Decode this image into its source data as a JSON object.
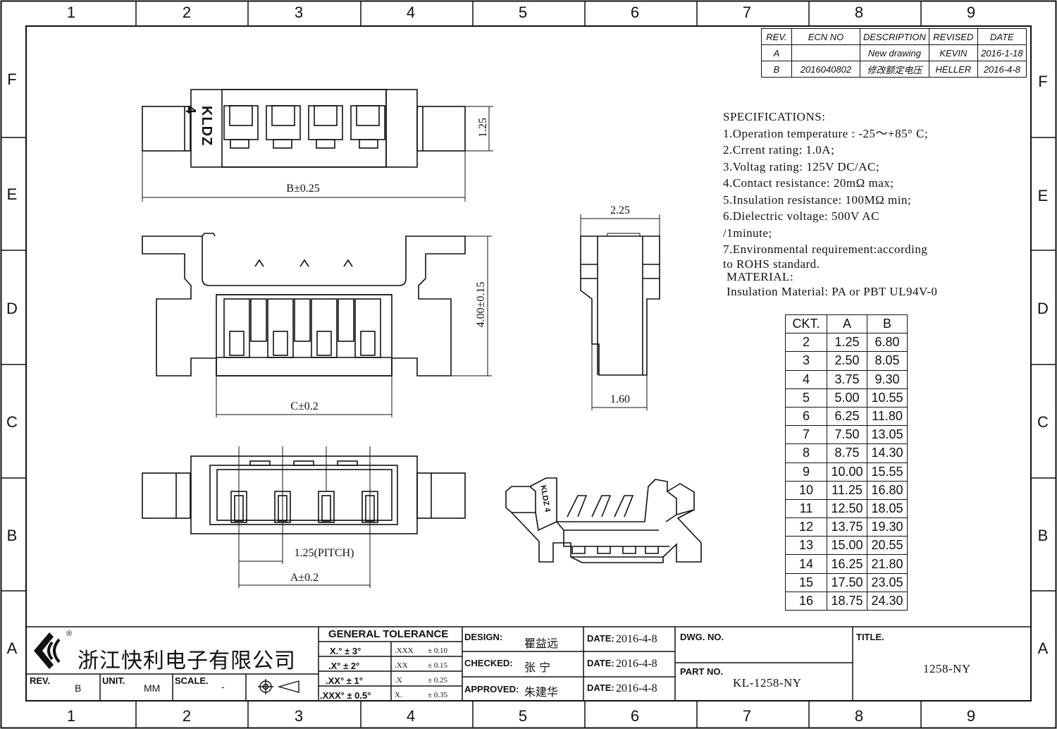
{
  "zones": {
    "columns": [
      "1",
      "2",
      "3",
      "4",
      "5",
      "6",
      "7",
      "8",
      "9"
    ],
    "rows": [
      "F",
      "E",
      "D",
      "C",
      "B",
      "A"
    ]
  },
  "revision_table": {
    "headers": [
      "REV.",
      "ECN NO",
      "DESCRIPTION",
      "REVISED",
      "DATE"
    ],
    "rows": [
      [
        "A",
        "",
        "New drawing",
        "KEVIN",
        "2016-1-18"
      ],
      [
        "B",
        "2016040802",
        "修改额定电压",
        "HELLER",
        "2016-4-8"
      ]
    ]
  },
  "specifications": {
    "title": "SPECIFICATIONS:",
    "lines": [
      "1.Operation temperature : -25～+85° C;",
      "2.Crrent rating: 1.0A;",
      "3.Voltag rating: 125V DC/AC;",
      "4.Contact resistance: 20mΩ  max;",
      "5.Insulation resistance: 100MΩ  min;",
      "6.Dielectric voltage: 500V AC",
      "/1minute;",
      "7.Environmental requirement:according",
      "to ROHS standard."
    ],
    "material_title": "MATERIAL:",
    "material": "Insulation Material: PA or PBT UL94V-0"
  },
  "ckt_table": {
    "headers": [
      "CKT.",
      "A",
      "B"
    ],
    "rows": [
      [
        "2",
        "1.25",
        "6.80"
      ],
      [
        "3",
        "2.50",
        "8.05"
      ],
      [
        "4",
        "3.75",
        "9.30"
      ],
      [
        "5",
        "5.00",
        "10.55"
      ],
      [
        "6",
        "6.25",
        "11.80"
      ],
      [
        "7",
        "7.50",
        "13.05"
      ],
      [
        "8",
        "8.75",
        "14.30"
      ],
      [
        "9",
        "10.00",
        "15.55"
      ],
      [
        "10",
        "11.25",
        "16.80"
      ],
      [
        "11",
        "12.50",
        "18.05"
      ],
      [
        "12",
        "13.75",
        "19.30"
      ],
      [
        "13",
        "15.00",
        "20.55"
      ],
      [
        "14",
        "16.25",
        "21.80"
      ],
      [
        "15",
        "17.50",
        "23.05"
      ],
      [
        "16",
        "18.75",
        "24.30"
      ]
    ]
  },
  "dimensions": {
    "top_height": "1.25",
    "b_width": "B±0.25",
    "total_height": "4.00±0.15",
    "c_width": "C±0.2",
    "side_width": "2.25",
    "side_base": "1.60",
    "pitch": "1.25(PITCH)",
    "a_width": "A±0.2",
    "part_marking": "KLDZ 4"
  },
  "title_block": {
    "company": "浙江快利电子有限公司",
    "registered": "®",
    "rev_label": "REV.",
    "rev_value": "B",
    "unit_label": "UNIT.",
    "unit_value": "MM",
    "scale_label": "SCALE.",
    "scale_value": "-",
    "general_tolerance": "GENERAL TOLERANCE",
    "tol_left": [
      "X.° ± 3°",
      ".X° ± 2°",
      ".XX° ± 1°",
      ".XXX° ± 0.5°"
    ],
    "tol_mid": [
      ".XXX",
      ".XX",
      ".X",
      "X."
    ],
    "tol_right": [
      "± 0.10",
      "± 0.15",
      "± 0.25",
      "± 0.35"
    ],
    "design_label": "DESIGN:",
    "design_value": "瞿益远",
    "checked_label": "CHECKED:",
    "checked_value": "张 宁",
    "approved_label": "APPROVED:",
    "approved_value": "朱建华",
    "date_label": "DATE:",
    "date_value": "2016-4-8",
    "dwg_label": "DWG. NO.",
    "part_label": "PART NO.",
    "part_value": "KL-1258-NY",
    "title_label": "TITLE.",
    "title_value": "1258-NY"
  }
}
